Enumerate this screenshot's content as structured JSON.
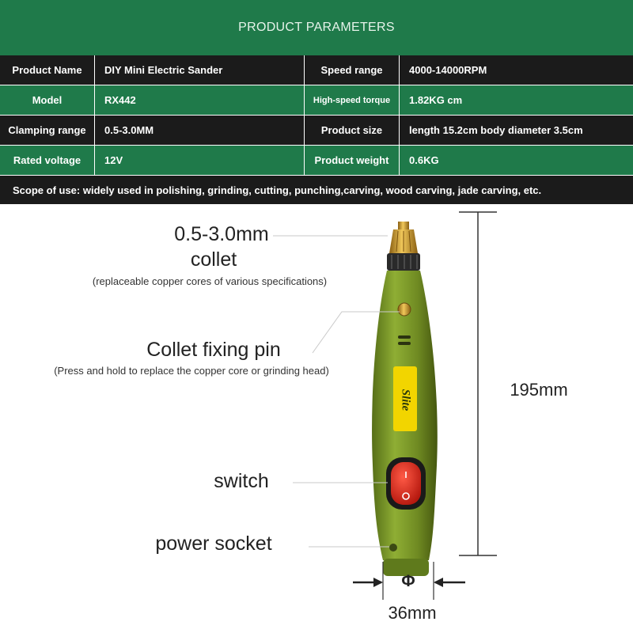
{
  "header": {
    "title": "PRODUCT PARAMETERS"
  },
  "specs": [
    {
      "label_a": "Product Name",
      "value_a": "DIY Mini Electric Sander",
      "label_b": "Speed range",
      "value_b": "4000-14000RPM"
    },
    {
      "label_a": "Model",
      "value_a": "RX442",
      "label_b": "High-speed torque",
      "value_b": "1.82KG cm"
    },
    {
      "label_a": "Clamping range",
      "value_a": "0.5-3.0MM",
      "label_b": "Product size",
      "value_b": "length 15.2cm body diameter 3.5cm"
    },
    {
      "label_a": "Rated voltage",
      "value_a": "12V",
      "label_b": "Product weight",
      "value_b": "0.6KG"
    }
  ],
  "scope": "Scope of use: widely used in polishing, grinding, cutting, punching,carving, wood carving, jade carving, etc.",
  "diagram": {
    "collet_size": "0.5-3.0mm",
    "collet_label": "collet",
    "collet_note": "(replaceable copper cores of various specifications)",
    "pin_label": "Collet fixing pin",
    "pin_note": "(Press and hold to replace the copper core or grinding head)",
    "switch_label": "switch",
    "socket_label": "power socket",
    "brand": "Slite",
    "length": "195mm",
    "diameter_symbol": "Φ",
    "diameter": "36mm"
  },
  "colors": {
    "header_green": "#1f7a4a",
    "tool_green": "#7d9a2c",
    "switch_red": "#d72a1e",
    "brass": "#d9a93a"
  }
}
